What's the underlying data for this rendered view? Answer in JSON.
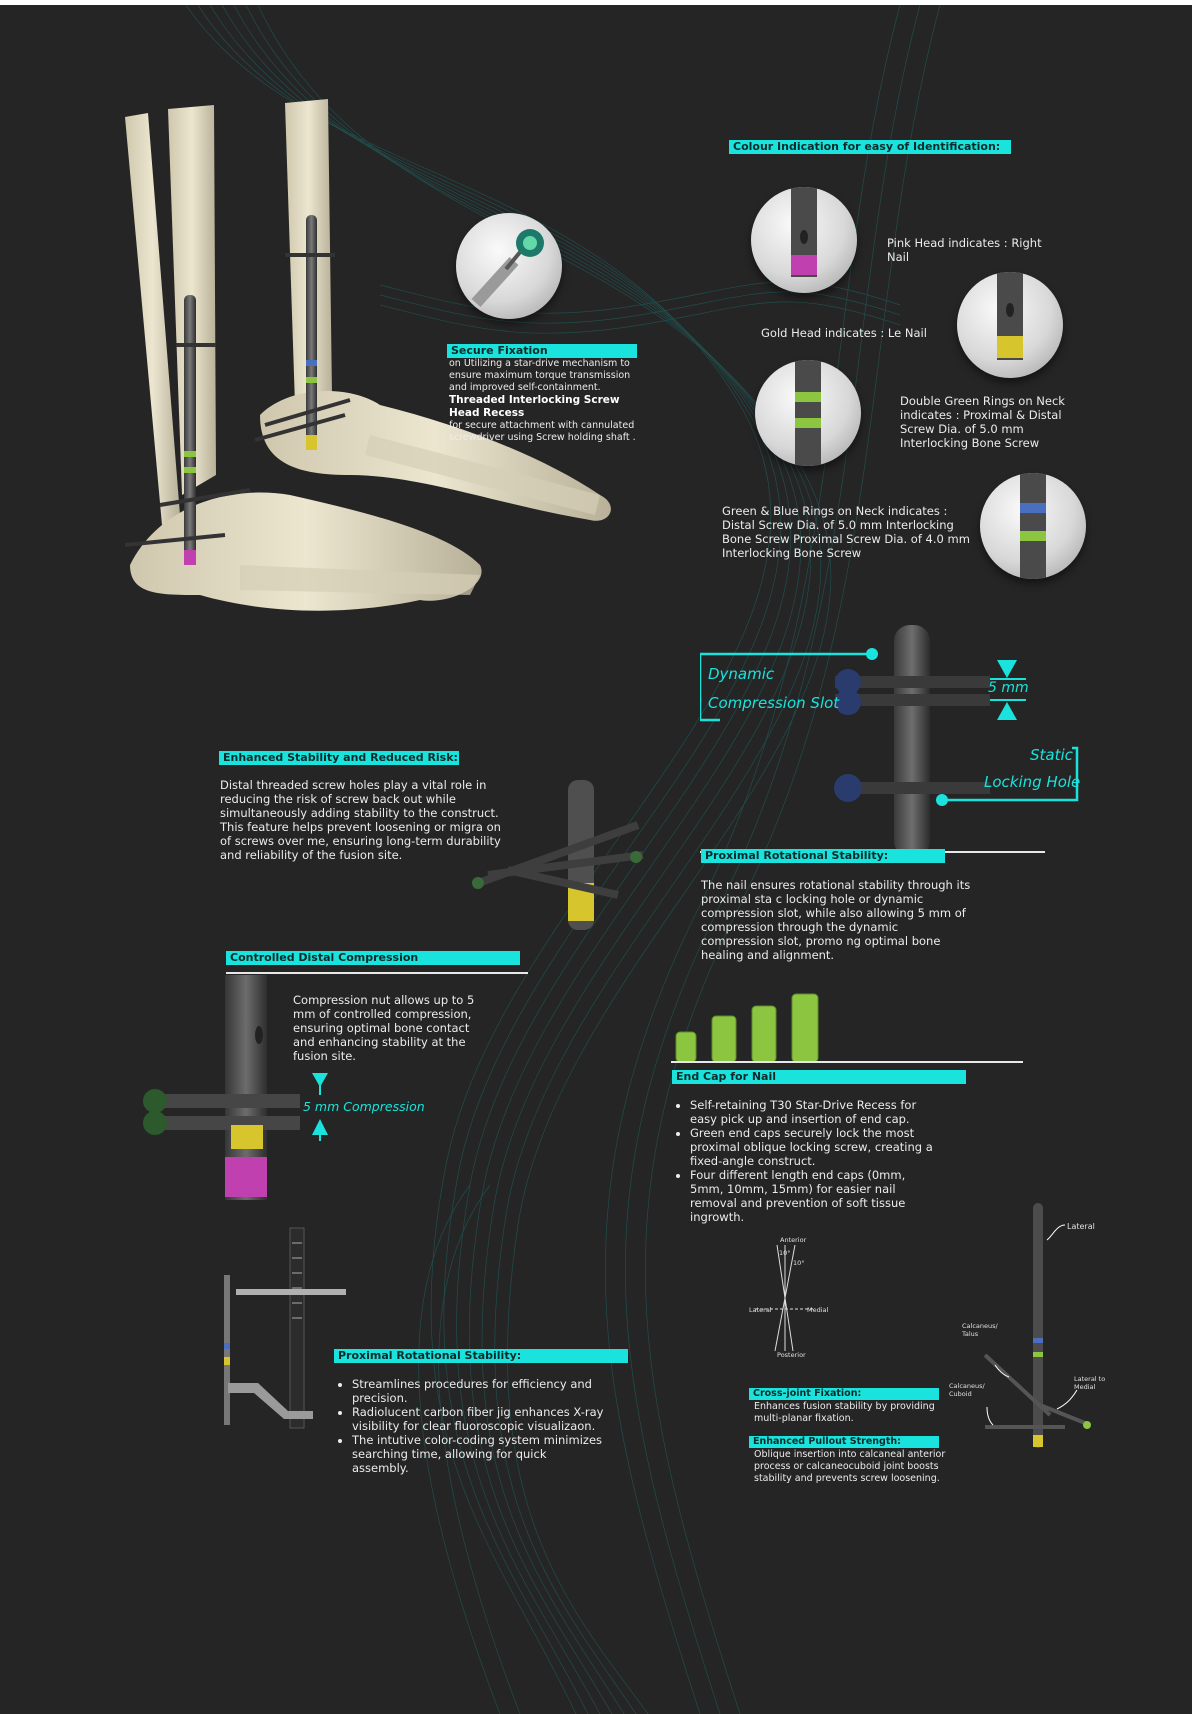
{
  "colour_indication": {
    "heading": "Colour Indication for easy of Identification:",
    "pink": "Pink Head indicates : Right Nail",
    "gold": "Gold Head indicates : Le Nail",
    "double_green": "Double Green Rings on Neck indicates : Proximal & Distal Screw Dia. of  5.0 mm Interlocking Bone Screw",
    "green_blue": "Green & Blue Rings on Neck indicates : Distal Screw Dia. of 5.0 mm Interlocking Bone Screw Proximal Screw Dia. of 4.0 mm Interlocking Bone Screw"
  },
  "secure_fixation": {
    "heading": "Secure Fixation",
    "body": "on Utilizing a star-drive mechanism to ensure  maximum torque transmission and improved self-containment.",
    "subheading": "Threaded Interlocking Screw Head Recess",
    "body2": "for secure attachment with cannulated screwdriver using Screw holding shaft  ."
  },
  "compression_figure": {
    "dynamic_line1": "Dynamic",
    "dynamic_line2": "Compression Slot",
    "measure": "5 mm",
    "static_line1": "Static",
    "static_line2": "Locking Hole"
  },
  "enhanced_stability": {
    "heading": "Enhanced Stability and Reduced Risk:",
    "body": "Distal threaded screw holes play a vital role in reducing  the risk of screw back out while simultaneously adding  stability to the construct. This feature helps prevent  loosening or migra on of screws over me, ensuring  long-term durability and reliability of the fusion site."
  },
  "proximal_rotational": {
    "heading": "Proximal Rotational Stability:",
    "body": "The nail ensures rotational stability through its proximal sta c locking hole or  dynamic compression slot, while also allowing 5 mm of compression through the  dynamic compression slot, promo ng optimal bone healing and alignment."
  },
  "controlled_distal": {
    "heading": "Controlled Distal Compression",
    "body": "Compression nut allows up to 5 mm of controlled  compression, ensuring optimal bone contact and  enhancing stability at the fusion site.",
    "measure": "5 mm Compression"
  },
  "end_cap": {
    "heading": "End Cap for Nail",
    "bullets": [
      "Self-retaining T30 Star-Drive Recess for easy pick up and insertion of end cap.",
      " Green end caps securely lock the most proximal oblique locking screw, creating a fixed-angle construct.",
      "Four different length end caps (0mm, 5mm, 10mm, 15mm) for easier nail removal and prevention of soft tissue ingrowth."
    ]
  },
  "jig_section": {
    "heading": "Proximal Rotational Stability:",
    "bullets": [
      "Streamlines procedures for efficiency and precision.",
      "Radiolucent carbon fiber jig enhances X-ray visibility for  clear fluoroscopic visualizaon.",
      " The intutive color-coding system minimizes searching  time, allowing for quick assembly."
    ]
  },
  "angle_diagram": {
    "anterior": "Anterior",
    "posterior": "Posterior",
    "lateral": "Lateral",
    "medial": "Medial",
    "angle_a": "10°",
    "angle_b": "10°"
  },
  "cross_joint": {
    "heading": "Cross-joint Fixation:",
    "body": "Enhances fusion stability by providing multi-planar fixation."
  },
  "pullout": {
    "heading": "Enhanced Pullout Strength:",
    "body": "Oblique insertion into calcaneal anterior process or calcaneocuboid joint boosts stability and prevents screw loosening."
  },
  "nail_labels": {
    "lateral": "Lateral",
    "calcaneus_talus": "Calcaneus/ Talus",
    "calcaneus_cuboid": "Calcaneus/ Cuboid",
    "lateral_to_medial": "Lateral to Medial"
  },
  "colors": {
    "accent": "#19e3dc",
    "background": "#252525",
    "pink": "#c040b0",
    "gold": "#d6c52c",
    "green": "#8cc641",
    "blue": "#4a6fc0"
  }
}
